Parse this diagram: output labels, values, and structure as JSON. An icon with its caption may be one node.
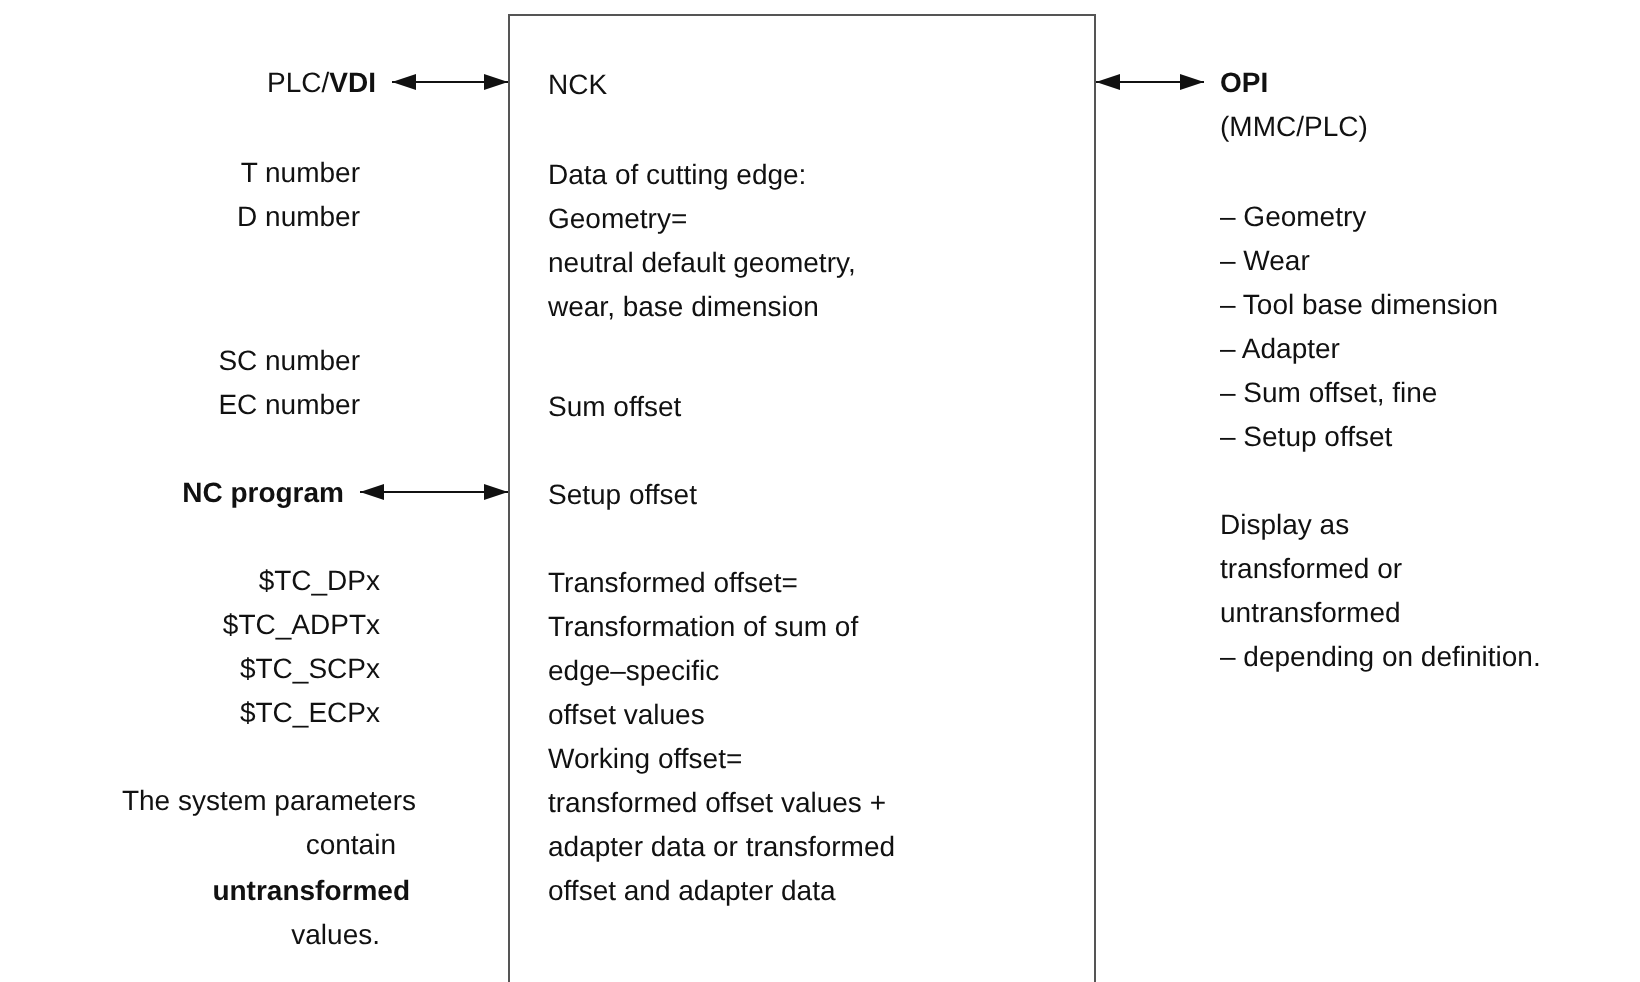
{
  "diagram": {
    "nodes": [
      {
        "text": [
          "NCK",
          "Data of cutting edge:",
          "Geometry=",
          "neutral default geometry,",
          "wear, base dimension",
          "Sum offset",
          "Setup offset",
          "Transformed offset=",
          "Transformation of sum of",
          "edge–specific",
          "offset values",
          "Working offset=",
          "transformed offset values +",
          "adapter data or transformed",
          "offset and adapter data"
        ]
      },
      {
        "text": [
          "PLC/**VDI**"
        ]
      },
      {
        "text": [
          "OPI",
          "(MMC/PLC)"
        ]
      },
      {
        "text": [
          "NC program"
        ]
      }
    ],
    "edges": [
      {
        "from": 1,
        "to": 0,
        "arrow": "both"
      },
      {
        "from": 0,
        "to": 2,
        "arrow": "both"
      },
      {
        "from": 3,
        "to": 0,
        "arrow": "both"
      }
    ],
    "labels": [
      "T number",
      "D number",
      "SC number",
      "EC number",
      "$TC_DPx",
      "$TC_ADPTx",
      "$TC_SCPx",
      "$TC_ECPx",
      "The system parameters",
      "contain",
      "untransformed",
      "values.",
      "– Geometry",
      "– Wear",
      "– Tool base dimension",
      "– Adapter",
      "– Sum offset, fine",
      "– Setup offset",
      "Display as",
      "transformed or",
      "untransformed",
      "– depending on definition."
    ]
  }
}
